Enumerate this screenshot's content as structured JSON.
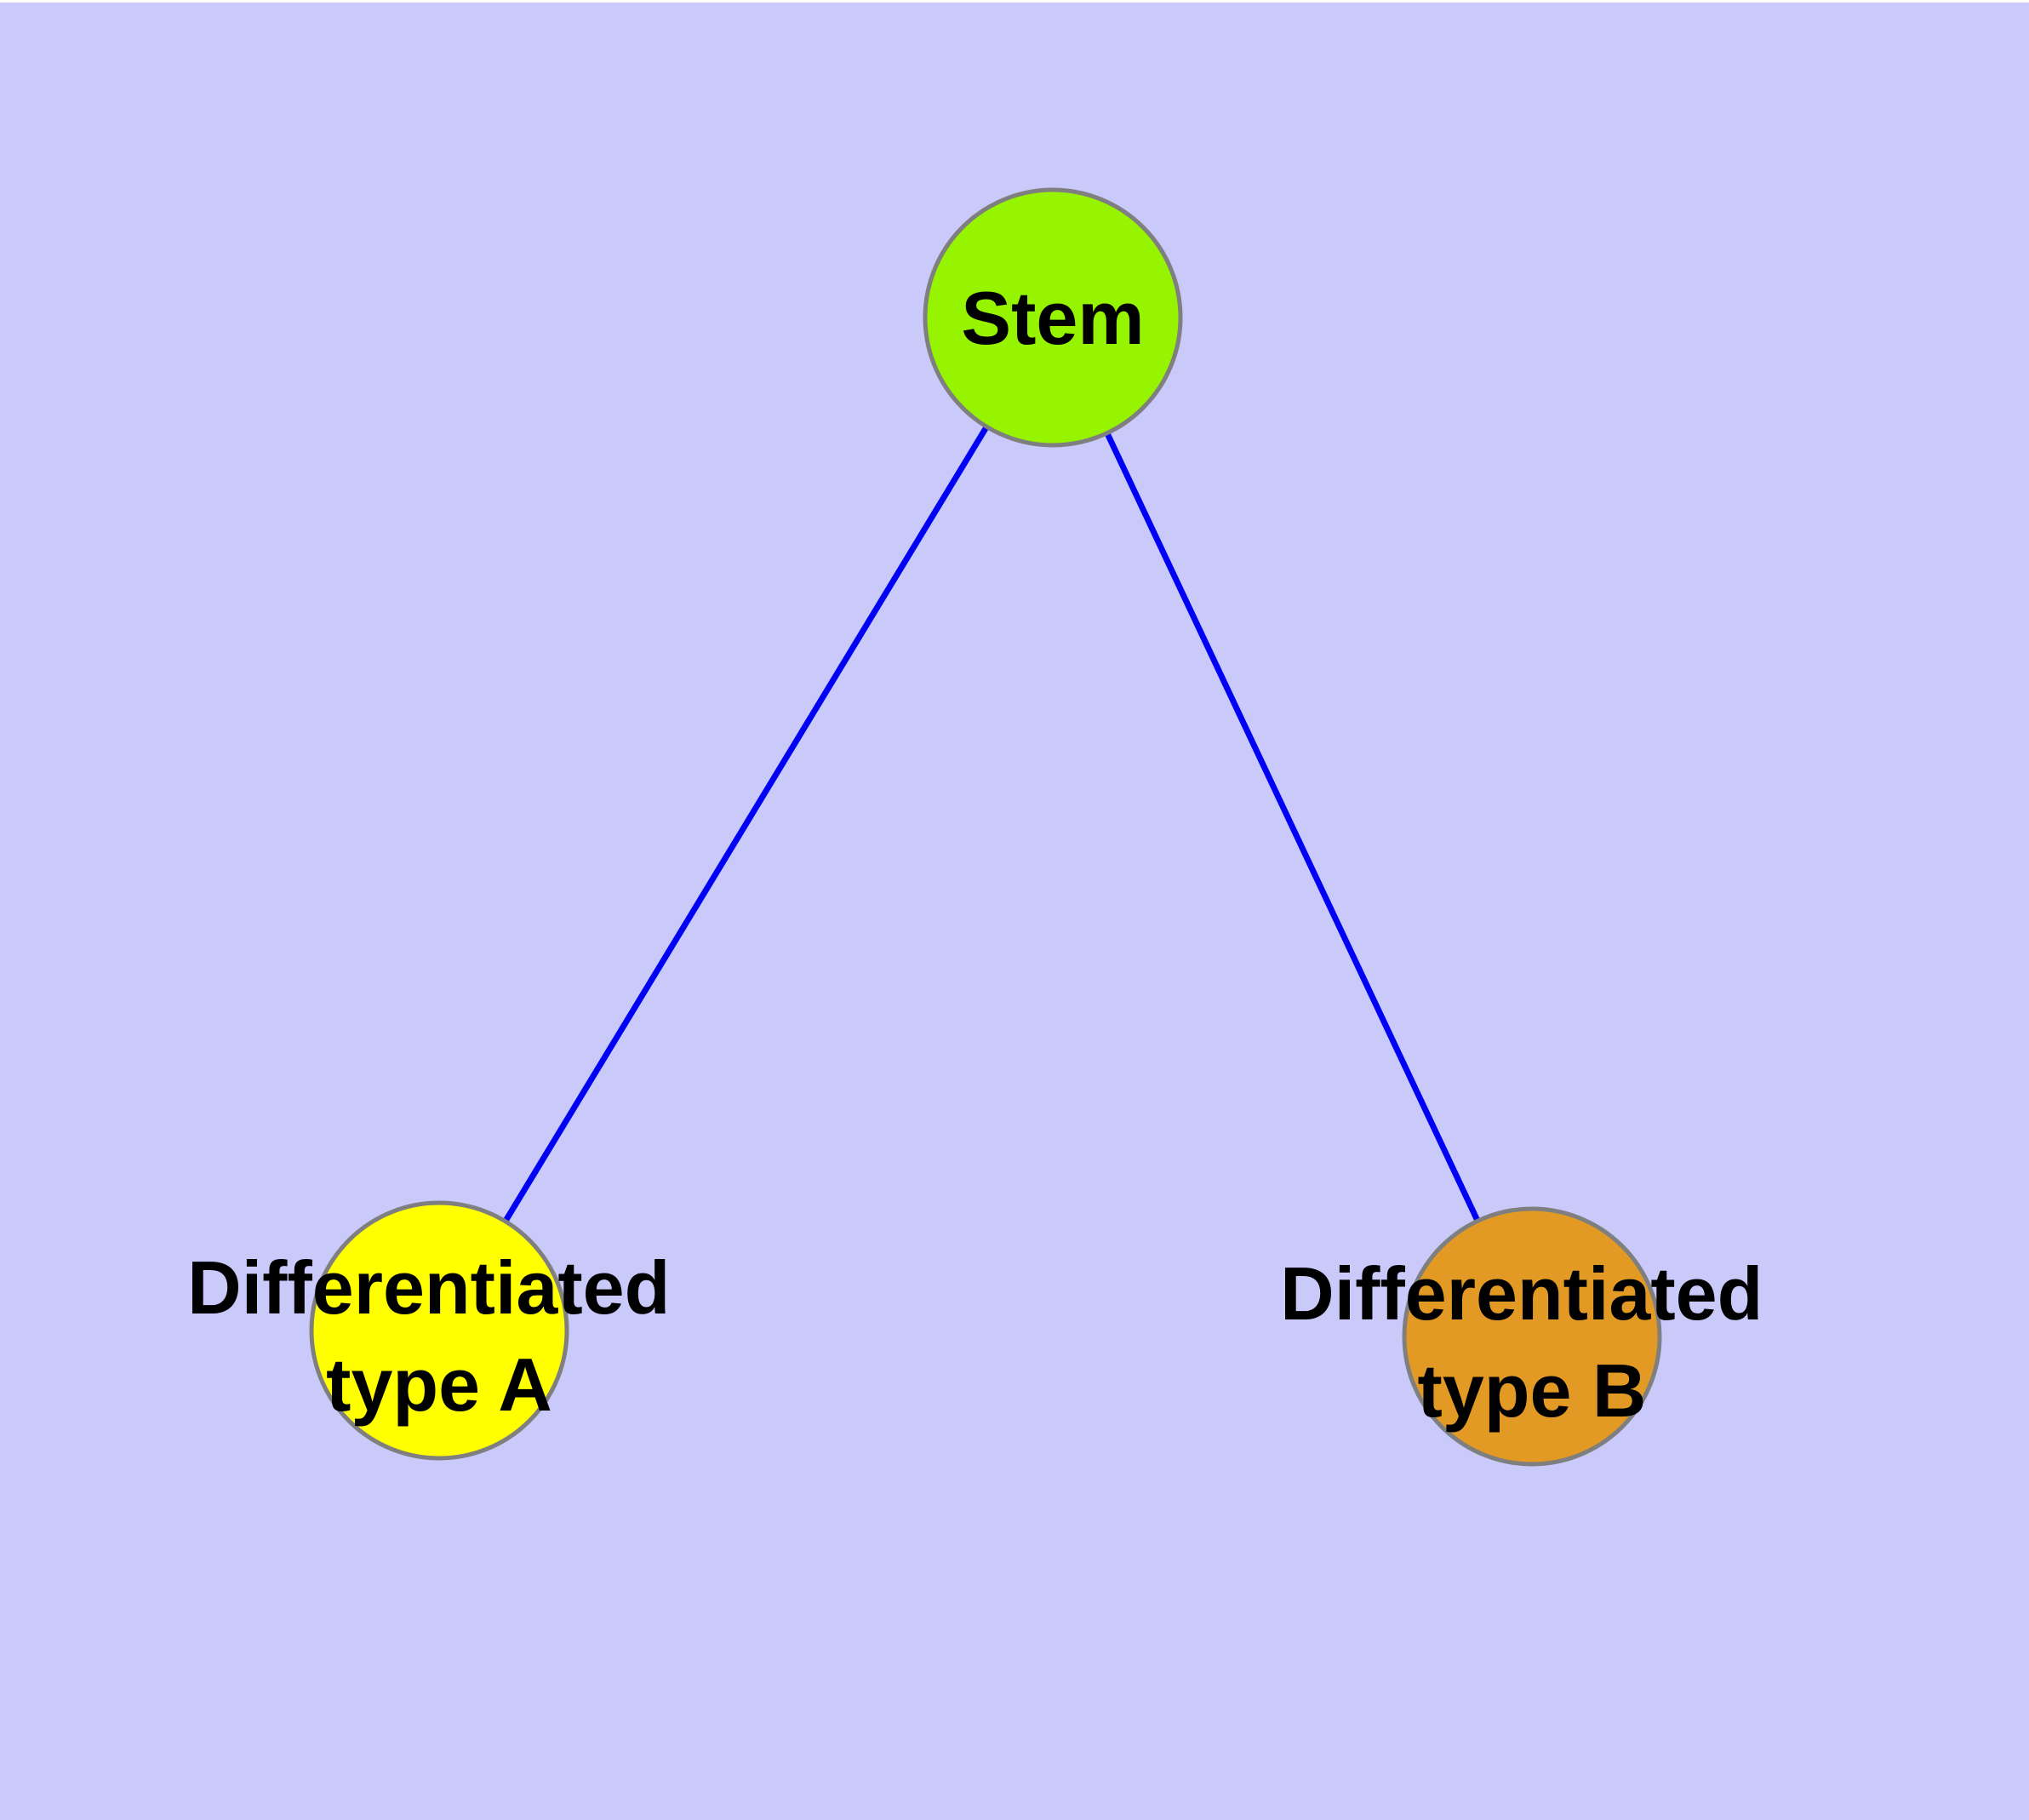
{
  "diagram": {
    "background_color": "#C9C9FA",
    "top_strip_color": "#FFFFFF",
    "edge_color": "#0000F5",
    "node_border_color": "#7F7F7F",
    "label_color": "#000000",
    "nodes": [
      {
        "id": "stem",
        "label": "Stem",
        "line1": "Stem",
        "line2": "",
        "fill": "#96F400"
      },
      {
        "id": "differentiated-type-a",
        "label": "Differentiated type A",
        "line1": "Differentiated",
        "line2": "type A",
        "fill": "#FFFF00"
      },
      {
        "id": "differentiated-type-b",
        "label": "Differentiated type B",
        "line1": "Differentiated",
        "line2": "type B",
        "fill": "#E39A25"
      }
    ],
    "edges": [
      {
        "from": "Stem",
        "to": "Differentiated type A"
      },
      {
        "from": "Stem",
        "to": "Differentiated type B"
      }
    ]
  }
}
